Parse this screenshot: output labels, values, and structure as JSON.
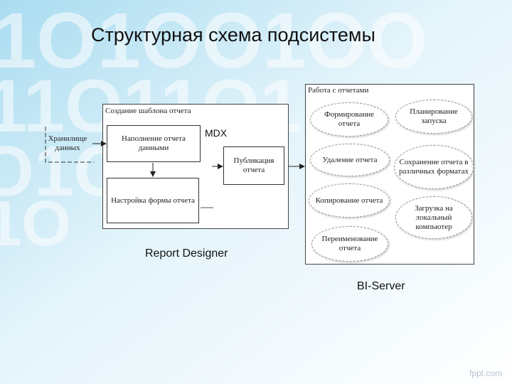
{
  "title": "Структурная схема подсистемы",
  "left_panel": {
    "title": "Создание шаблона отчета",
    "storage": "Хранилище данных",
    "fill": "Наполнение отчета данными",
    "publish": "Публикация отчета",
    "form": "Настройка формы отчета",
    "mdx": "MDX",
    "caption": "Report Designer"
  },
  "right_panel": {
    "title": "Работа с отчетами",
    "items": [
      "Формирование отчета",
      "Планирование запуска",
      "Удаление отчета",
      "Сохранение отчета в различных форматах",
      "Копирование отчета",
      "Загрузка на локальный компьютер",
      "Переименование отчета"
    ],
    "caption": "BI-Server"
  },
  "watermark": "fppt.com",
  "colors": {
    "background_gradient": [
      "#bfe6f5",
      "#ffffff"
    ],
    "digits": "#9ccbe0"
  }
}
